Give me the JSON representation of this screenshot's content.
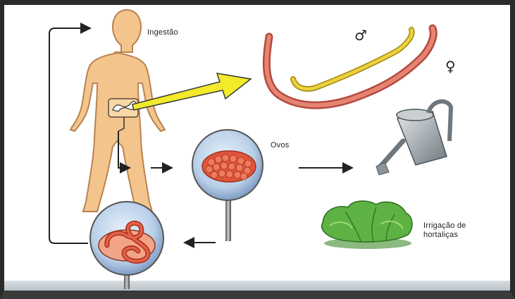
{
  "labels": {
    "ingestion": "Ingestão",
    "eggs": "Ovos",
    "irrigation_line1": "Irrigação de",
    "irrigation_line2": "hortaliças"
  },
  "symbols": {
    "male": "♂",
    "female": "♀"
  },
  "colors": {
    "body": "#f3c48c",
    "body_outline": "#b98350",
    "worm_female": "#d9685a",
    "worm_male": "#e2c533",
    "egg": "#e0553c",
    "lens": "#b9cfe8",
    "arrow_yellow": "#f2ea2a",
    "lettuce": "#5db243",
    "can": "#a9b0b5"
  }
}
